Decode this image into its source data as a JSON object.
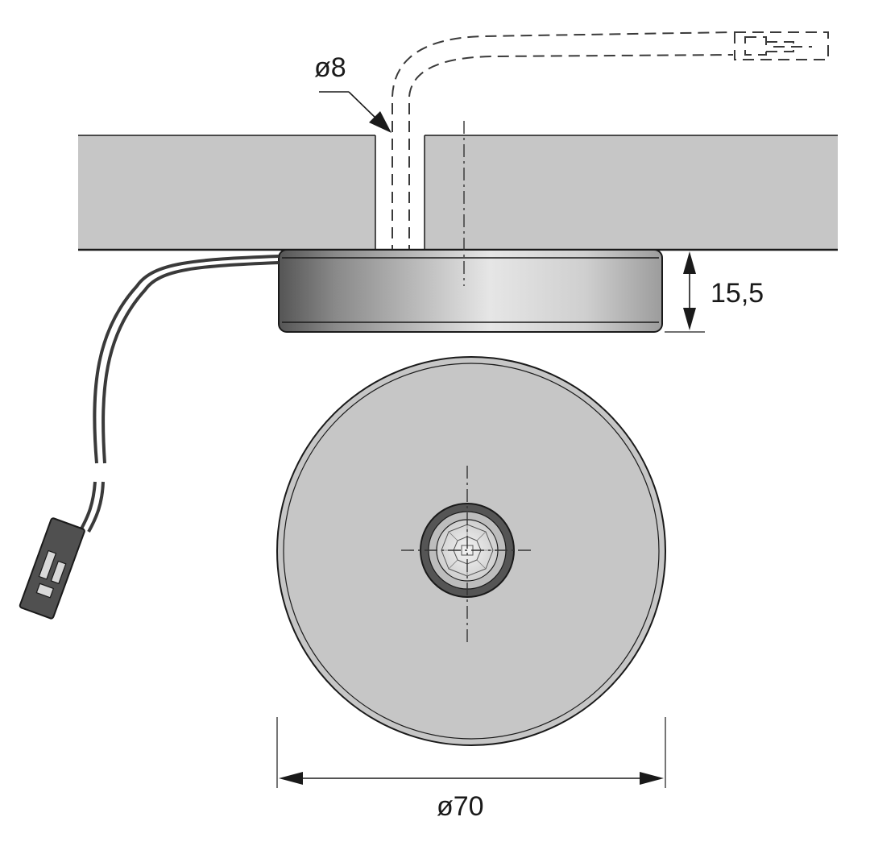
{
  "dimensions": {
    "hole_diameter": "ø8",
    "height": "15,5",
    "outer_diameter": "ø70"
  },
  "colors": {
    "panel_fill": "#c6c6c6",
    "line": "#1a1a1a",
    "cable": "#3a3a3a",
    "background": "#ffffff"
  }
}
